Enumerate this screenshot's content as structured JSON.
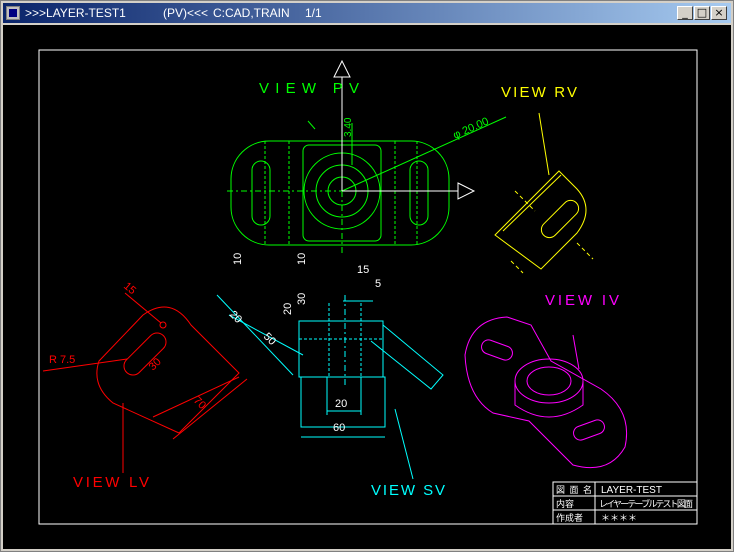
{
  "window": {
    "title_main": ">>>LAYER-TEST1",
    "title_view": "(PV)<<<",
    "title_path": "C:CAD,TRAIN",
    "title_page": "1/1",
    "btn_min": "_",
    "btn_max": "□",
    "btn_close": "×"
  },
  "drawing": {
    "view_pv": "VIEW PV",
    "view_rv": "VIEW RV",
    "view_iv": "VIEW IV",
    "view_lv": "VIEW LV",
    "view_sv": "VIEW SV",
    "dims": {
      "d_340": "3.40",
      "d_phi20": "φ 20.00",
      "d_15a": "15",
      "d_5": "5",
      "d_10a": "10",
      "d_10b": "10",
      "d_20a": "20",
      "d_20b": "20",
      "d_30a": "30",
      "d_50": "50",
      "d_15b": "15",
      "d_r75": "R 7.5",
      "d_30b": "30",
      "d_70": "70",
      "d_20c": "20",
      "d_60": "60"
    },
    "title_block": {
      "r1_label": "図面名",
      "r1_value": "LAYER-TEST",
      "r2_label": "内容",
      "r2_value": "レイヤーテーブルテスト図面",
      "r3_label": "作成者",
      "r3_value": "＊＊＊＊"
    }
  },
  "colors": {
    "green": "#00ff00",
    "yellow": "#ffff00",
    "magenta": "#ff00ff",
    "red": "#ff0000",
    "cyan": "#00ffff",
    "white": "#ffffff"
  }
}
